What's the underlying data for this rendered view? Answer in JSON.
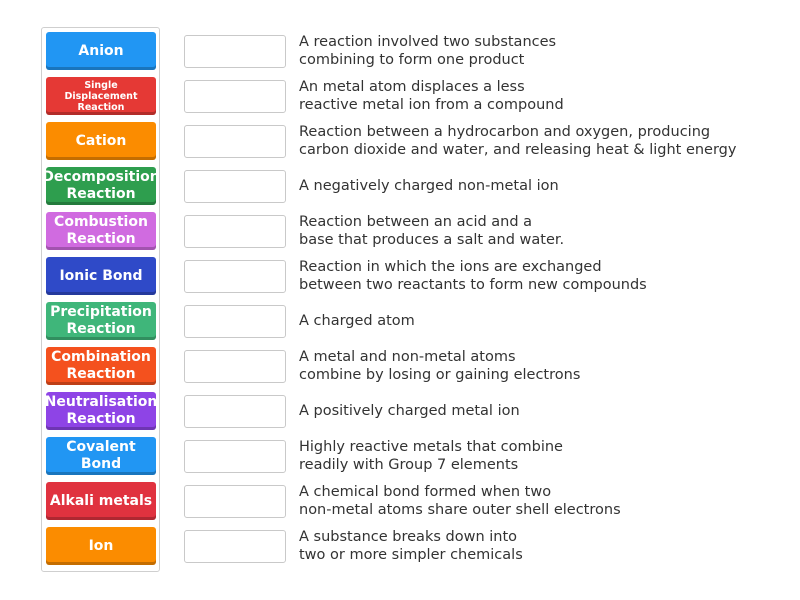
{
  "tiles": [
    {
      "label": "Anion",
      "color": "#2196f3"
    },
    {
      "label": "Single Displacement Reaction",
      "color": "#e53935"
    },
    {
      "label": "Cation",
      "color": "#fb8c00"
    },
    {
      "label": "Decomposition Reaction",
      "color": "#2e9e4e"
    },
    {
      "label": "Combustion Reaction",
      "color": "#d06be0"
    },
    {
      "label": "Ionic Bond",
      "color": "#2f4ac8"
    },
    {
      "label": "Precipitation Reaction",
      "color": "#3fb67a"
    },
    {
      "label": "Combination Reaction",
      "color": "#f4511e"
    },
    {
      "label": "Neutralisation Reaction",
      "color": "#8e44e6"
    },
    {
      "label": "Covalent Bond",
      "color": "#2196f3"
    },
    {
      "label": "Alkali metals",
      "color": "#e0323f"
    },
    {
      "label": "Ion",
      "color": "#fb8c00"
    }
  ],
  "definitions": [
    {
      "line1": "A reaction involved two substances",
      "line2": "combining to form one product"
    },
    {
      "line1": "An metal atom displaces a less",
      "line2": "reactive metal ion from a compound"
    },
    {
      "line1": "Reaction between a hydrocarbon and oxygen, producing",
      "line2": "carbon dioxide and water, and releasing heat & light energy"
    },
    {
      "line1": "A negatively charged non-metal ion",
      "line2": ""
    },
    {
      "line1": "Reaction between an acid and a",
      "line2": "base that produces a salt and water."
    },
    {
      "line1": "Reaction in which the ions are exchanged",
      "line2": "between two reactants to form new compounds"
    },
    {
      "line1": "A charged atom",
      "line2": ""
    },
    {
      "line1": "A metal and non-metal atoms",
      "line2": "combine by losing or gaining electrons"
    },
    {
      "line1": "A positively charged metal ion",
      "line2": ""
    },
    {
      "line1": "Highly reactive metals that combine",
      "line2": "readily with Group 7 elements"
    },
    {
      "line1": "A chemical bond formed when two",
      "line2": "non-metal atoms share outer shell electrons"
    },
    {
      "line1": "A substance breaks down into",
      "line2": "two or more simpler chemicals"
    }
  ]
}
